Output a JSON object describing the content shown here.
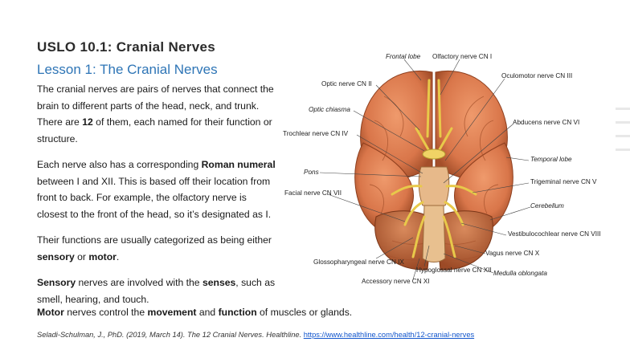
{
  "slide": {
    "title": "USLO 10.1: Cranial Nerves",
    "subtitle": "Lesson 1: The Cranial Nerves",
    "p1": {
      "a": "The cranial nerves are pairs of nerves that connect the brain to different parts of the head, neck, and trunk. There are ",
      "b": "12",
      "c": " of them, each named for their function or structure."
    },
    "p2": {
      "a": "Each nerve also has a corresponding ",
      "b": "Roman numeral",
      "c": " between I and XII. This is based off their location from front to back. For example, the olfactory nerve is closest to the front of the head, so it’s designated as I."
    },
    "p3": {
      "a": "Their functions are usually categorized as being either ",
      "b": "sensory",
      "c": " or ",
      "d": "motor",
      "e": "."
    },
    "p4": {
      "a": "Sensory",
      "b": " nerves are involved with the ",
      "c": "senses",
      "d": ", such as smell, hearing, and touch."
    },
    "p5": {
      "a": "Motor",
      "b": " nerves control the ",
      "c": "movement",
      "d": " and ",
      "e": "function",
      "f": " of muscles or glands."
    },
    "citation": {
      "text": "Seladi-Schulman, J., PhD. (2019, March 14). The 12 Cranial Nerves. Healthline. ",
      "link": "https://www.healthline.com/health/12-cranial-nerves"
    }
  },
  "figure": {
    "labels": {
      "frontal_lobe": "Frontal lobe",
      "olfactory": "Olfactory nerve CN I",
      "oculomotor": "Oculomotor nerve CN III",
      "optic_nerve": "Optic nerve CN II",
      "optic_chiasma": "Optic chiasma",
      "abducens": "Abducens nerve CN VI",
      "trochlear": "Trochlear nerve CN IV",
      "temporal_lobe": "Temporal lobe",
      "pons": "Pons",
      "trigeminal": "Trigeminal nerve CN V",
      "facial": "Facial nerve CN VII",
      "cerebellum": "Cerebellum",
      "vestibulocochlear": "Vestibulocochlear nerve CN VIII",
      "glossopharyngeal": "Glossopharyngeal nerve CN IX",
      "vagus": "Vagus nerve CN X",
      "hypoglossal": "Hypoglossal nerve CN XII",
      "medulla": "Medulla oblongata",
      "accessory": "Accessory nerve CN XI"
    }
  },
  "colors": {
    "subtitle": "#2e75b6",
    "link": "#1155cc",
    "brain": "#d9764a",
    "nerve": "#e8c94a"
  }
}
